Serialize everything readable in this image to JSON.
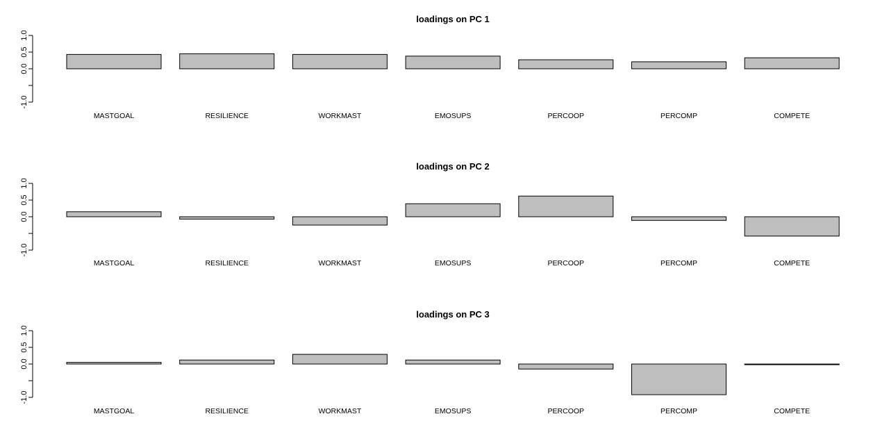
{
  "chart_data": [
    {
      "type": "bar",
      "title": "loadings on PC 1",
      "xlabel": "",
      "ylabel": "",
      "ylim": [
        -1.0,
        1.0
      ],
      "yticks": [
        "-1.0",
        "0.0",
        "0.5",
        "1.0"
      ],
      "categories": [
        "MASTGOAL",
        "RESILIENCE",
        "WORKMAST",
        "EMOSUPS",
        "PERCOOP",
        "PERCOMP",
        "COMPETE"
      ],
      "values": [
        0.43,
        0.45,
        0.43,
        0.38,
        0.27,
        0.21,
        0.33
      ],
      "bar_color": "#bebebe",
      "grid": false
    },
    {
      "type": "bar",
      "title": "loadings on PC 2",
      "xlabel": "",
      "ylabel": "",
      "ylim": [
        -1.0,
        1.0
      ],
      "yticks": [
        "-1.0",
        "0.0",
        "0.5",
        "1.0"
      ],
      "categories": [
        "MASTGOAL",
        "RESILIENCE",
        "WORKMAST",
        "EMOSUPS",
        "PERCOOP",
        "PERCOMP",
        "COMPETE"
      ],
      "values": [
        0.15,
        -0.07,
        -0.25,
        0.39,
        0.62,
        -0.11,
        -0.58
      ],
      "bar_color": "#bebebe",
      "grid": false
    },
    {
      "type": "bar",
      "title": "loadings on PC 3",
      "xlabel": "",
      "ylabel": "",
      "ylim": [
        -1.0,
        1.0
      ],
      "yticks": [
        "-1.0",
        "0.0",
        "0.5",
        "1.0"
      ],
      "categories": [
        "MASTGOAL",
        "RESILIENCE",
        "WORKMAST",
        "EMOSUPS",
        "PERCOOP",
        "PERCOMP",
        "COMPETE"
      ],
      "values": [
        0.05,
        0.12,
        0.29,
        0.12,
        -0.15,
        -0.92,
        0.0
      ],
      "bar_color": "#bebebe",
      "grid": false
    }
  ]
}
